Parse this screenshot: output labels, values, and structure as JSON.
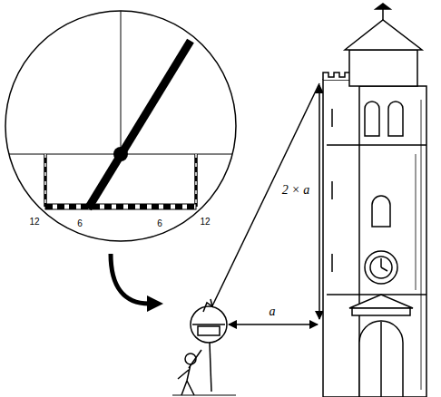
{
  "diagram": {
    "labels": [
      "12",
      "6",
      "6",
      "12",
      "2 × a",
      "a"
    ]
  }
}
